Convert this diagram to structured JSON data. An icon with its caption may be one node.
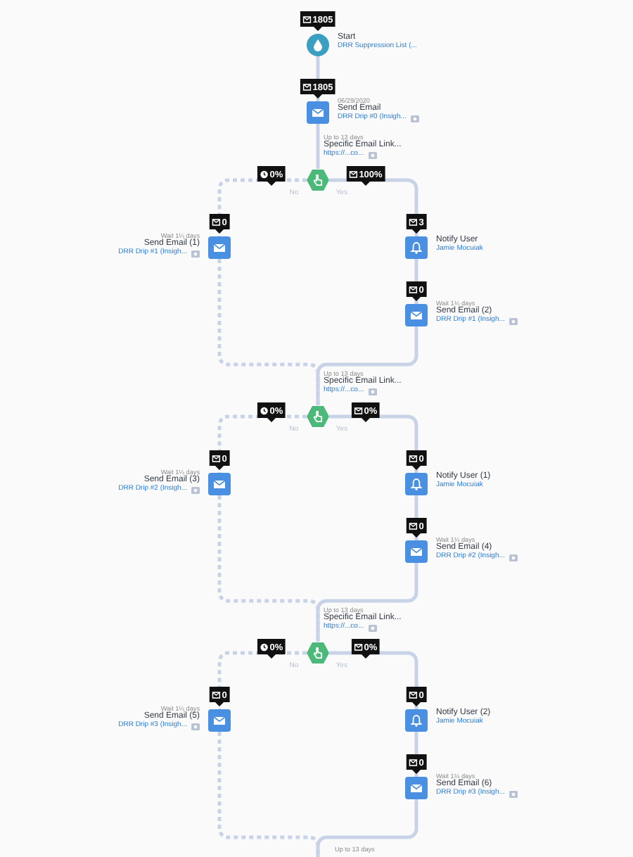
{
  "diagram": {
    "nodes": [
      {
        "text": [
          "Start",
          "DRR Suppression List (..."
        ],
        "beside": [
          "1805"
        ]
      },
      {
        "text": [
          "06/29/2020",
          "Send Email",
          "DRR Drip #0 (Insigh..."
        ],
        "beside": [
          "1805"
        ]
      },
      {
        "text": [
          "Up to 13 days",
          "Specific Email Link...",
          "https://...co..."
        ]
      },
      {
        "text": [
          "Wait 1¼ days",
          "Send Email (1)",
          "DRR Drip #1 (Insigh..."
        ],
        "beside": [
          "0"
        ]
      },
      {
        "text": [
          "Notify User",
          "Jamie Mocuiak"
        ],
        "beside": [
          "3"
        ]
      },
      {
        "text": [
          "Wait 1¼ days",
          "Send Email (2)",
          "DRR Drip #1 (Insigh..."
        ],
        "beside": [
          "0"
        ]
      },
      {
        "text": [
          "Up to 13 days",
          "Specific Email Link...",
          "https://...co..."
        ]
      },
      {
        "text": [
          "Wait 1¼ days",
          "Send Email (3)",
          "DRR Drip #2 (Insigh..."
        ],
        "beside": [
          "0"
        ]
      },
      {
        "text": [
          "Notify User (1)",
          "Jamie Mocuiak"
        ],
        "beside": [
          "0"
        ]
      },
      {
        "text": [
          "Wait 1¼ days",
          "Send Email (4)",
          "DRR Drip #2 (Insigh..."
        ],
        "beside": [
          "0"
        ]
      },
      {
        "text": [
          "Up to 13 days",
          "Specific Email Link...",
          "https://...co..."
        ]
      },
      {
        "text": [
          "Wait 1¼ days",
          "Send Email (5)",
          "DRR Drip #3 (Insigh..."
        ],
        "beside": [
          "0"
        ]
      },
      {
        "text": [
          "Notify User (2)",
          "Jamie Mocuiak"
        ],
        "beside": [
          "0"
        ]
      },
      {
        "text": [
          "Wait 1¼ days",
          "Send Email (6)",
          "DRR Drip #3 (Insigh..."
        ],
        "beside": [
          "0"
        ]
      }
    ],
    "edges": [
      {
        "from": 0,
        "to": 1,
        "arrow": "none"
      },
      {
        "from": 1,
        "to": 2,
        "arrow": "none"
      },
      {
        "from": 2,
        "to": 3,
        "arrow": "none",
        "label": "No",
        "style": "dashed"
      },
      {
        "from": 2,
        "to": 4,
        "arrow": "none",
        "label": "Yes"
      },
      {
        "from": 4,
        "to": 5,
        "arrow": "none"
      },
      {
        "from": 3,
        "to": 6,
        "arrow": "none",
        "style": "dashed"
      },
      {
        "from": 5,
        "to": 6,
        "arrow": "none"
      },
      {
        "from": 6,
        "to": 7,
        "arrow": "none",
        "label": "No",
        "style": "dashed"
      },
      {
        "from": 6,
        "to": 8,
        "arrow": "none",
        "label": "Yes"
      },
      {
        "from": 8,
        "to": 9,
        "arrow": "none"
      },
      {
        "from": 7,
        "to": 10,
        "arrow": "none",
        "style": "dashed"
      },
      {
        "from": 9,
        "to": 10,
        "arrow": "none"
      },
      {
        "from": 10,
        "to": 11,
        "arrow": "none",
        "label": "No",
        "style": "dashed"
      },
      {
        "from": 10,
        "to": 12,
        "arrow": "none",
        "label": "Yes"
      },
      {
        "from": 12,
        "to": 13,
        "arrow": "none"
      },
      {
        "from": 11,
        "to": null,
        "arrow": "none",
        "style": "dashed"
      },
      {
        "from": 13,
        "to": null,
        "arrow": "none"
      }
    ],
    "labels": [
      "0%",
      "100%",
      "0%",
      "0%",
      "0%",
      "0%",
      "Up to 13 days"
    ]
  }
}
